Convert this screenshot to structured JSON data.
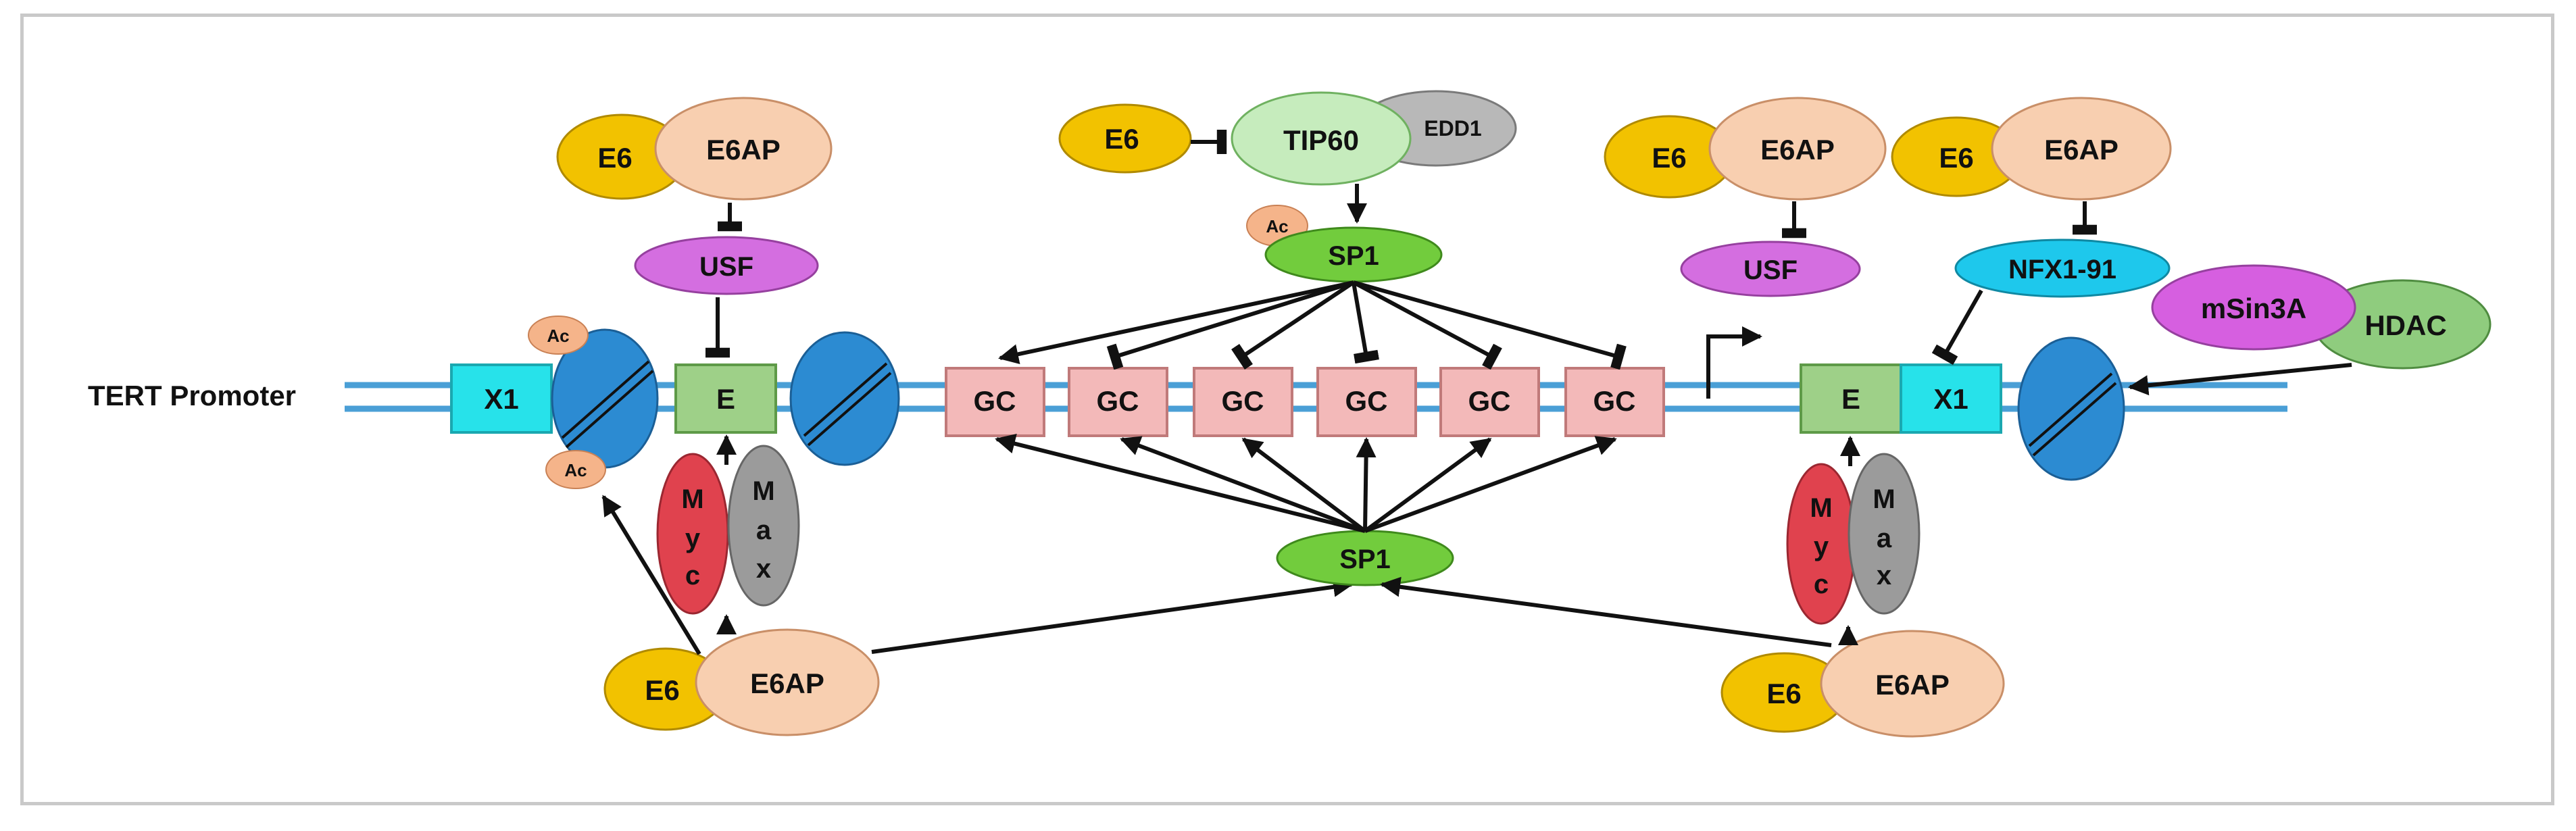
{
  "promoter_label": "TERT Promoter",
  "labels": {
    "x1": "X1",
    "e_box": "E",
    "gc": "GC",
    "e6": "E6",
    "e6ap": "E6AP",
    "usf": "USF",
    "tip60": "TIP60",
    "edd1": "EDD1",
    "sp1": "SP1",
    "ac": "Ac",
    "myc": [
      "M",
      "y",
      "c"
    ],
    "max": [
      "M",
      "a",
      "x"
    ],
    "nfx1": "NFX1-91",
    "msin3a": "mSin3A",
    "hdac": "HDAC"
  },
  "gc_boxes": [
    "GC",
    "GC",
    "GC",
    "GC",
    "GC",
    "GC"
  ],
  "colors": {
    "dna": "#4a9fd6",
    "x1": "#27e2ea",
    "e_box": "#9ed088",
    "gc": "#f3b9b9",
    "e6": "#f2c200",
    "e6ap": "#f8cfb0",
    "usf": "#d46ee0",
    "tip60": "#c6ecbd",
    "edd1": "#b8b8b8",
    "sp1": "#72cc3d",
    "myc": "#e0424e",
    "max": "#9b9b9b",
    "nucleosome": "#2c8bd2",
    "nfx1": "#1ec8ec",
    "msin3a": "#d65fe0",
    "hdac": "#8fcc7e",
    "border": "#c9c9c9"
  }
}
